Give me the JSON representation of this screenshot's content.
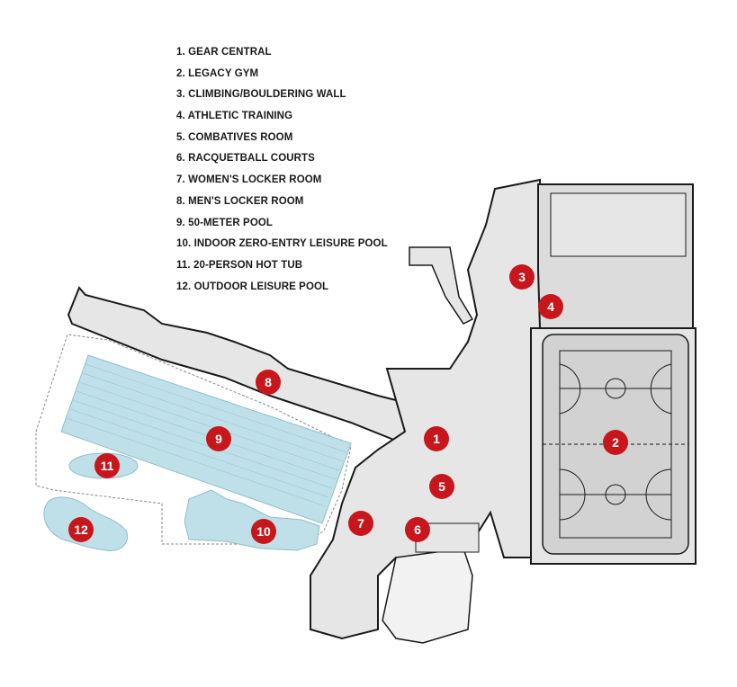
{
  "legend": [
    "1.  GEAR CENTRAL",
    "2.  LEGACY GYM",
    "3.  CLIMBING/BOULDERING WALL",
    "4.  ATHLETIC TRAINING",
    "5.  COMBATIVES ROOM",
    "6.  RACQUETBALL COURTS",
    "7.  WOMEN'S LOCKER ROOM",
    "8.  MEN'S LOCKER ROOM",
    "9.  50-METER POOL",
    "10.  INDOOR ZERO-ENTRY LEISURE POOL",
    "11.  20-PERSON HOT TUB",
    "12.  OUTDOOR LEISURE POOL"
  ],
  "markers": [
    "1",
    "2",
    "3",
    "4",
    "5",
    "6",
    "7",
    "8",
    "9",
    "10",
    "11",
    "12"
  ],
  "colors": {
    "marker": "#c8161d",
    "pool_water": "#bfe0e8",
    "floor": "#e6e6e6",
    "wall": "#1a1a1a"
  }
}
